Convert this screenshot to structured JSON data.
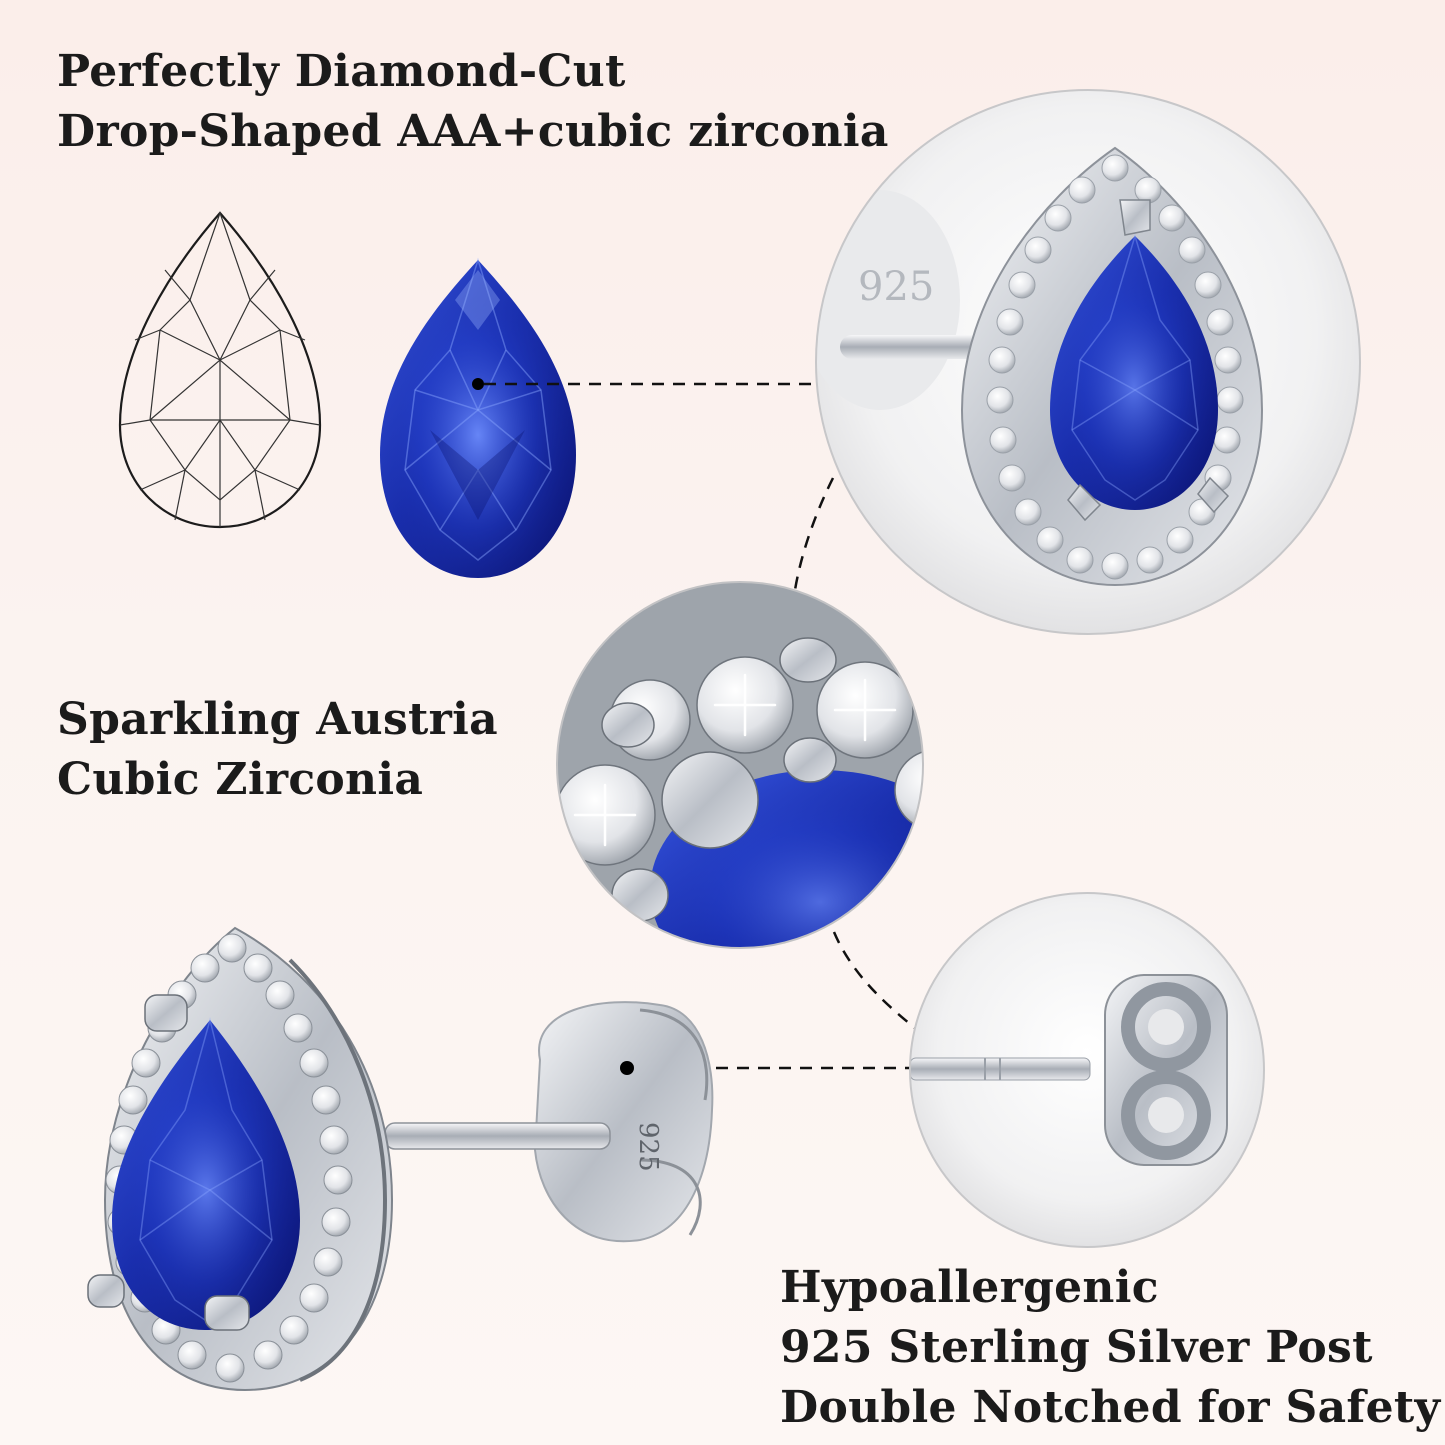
{
  "captions": {
    "cut": {
      "line1": "Perfectly Diamond-Cut",
      "line2": "Drop-Shaped AAA+cubic zirconia"
    },
    "sparkle": {
      "line1": "Sparkling Austria",
      "line2": "Cubic Zirconia"
    },
    "post": {
      "line1": "Hypoallergenic",
      "line2": "925 Sterling Silver Post",
      "line3": "Double Notched for Safety"
    }
  },
  "stamp": "925",
  "colors": {
    "sapphire": "#1a2fb0",
    "sapphire_dark": "#0a1270",
    "sapphire_light": "#4a6cf0",
    "silver": "#c9cdd3",
    "text": "#1b1b1b"
  }
}
